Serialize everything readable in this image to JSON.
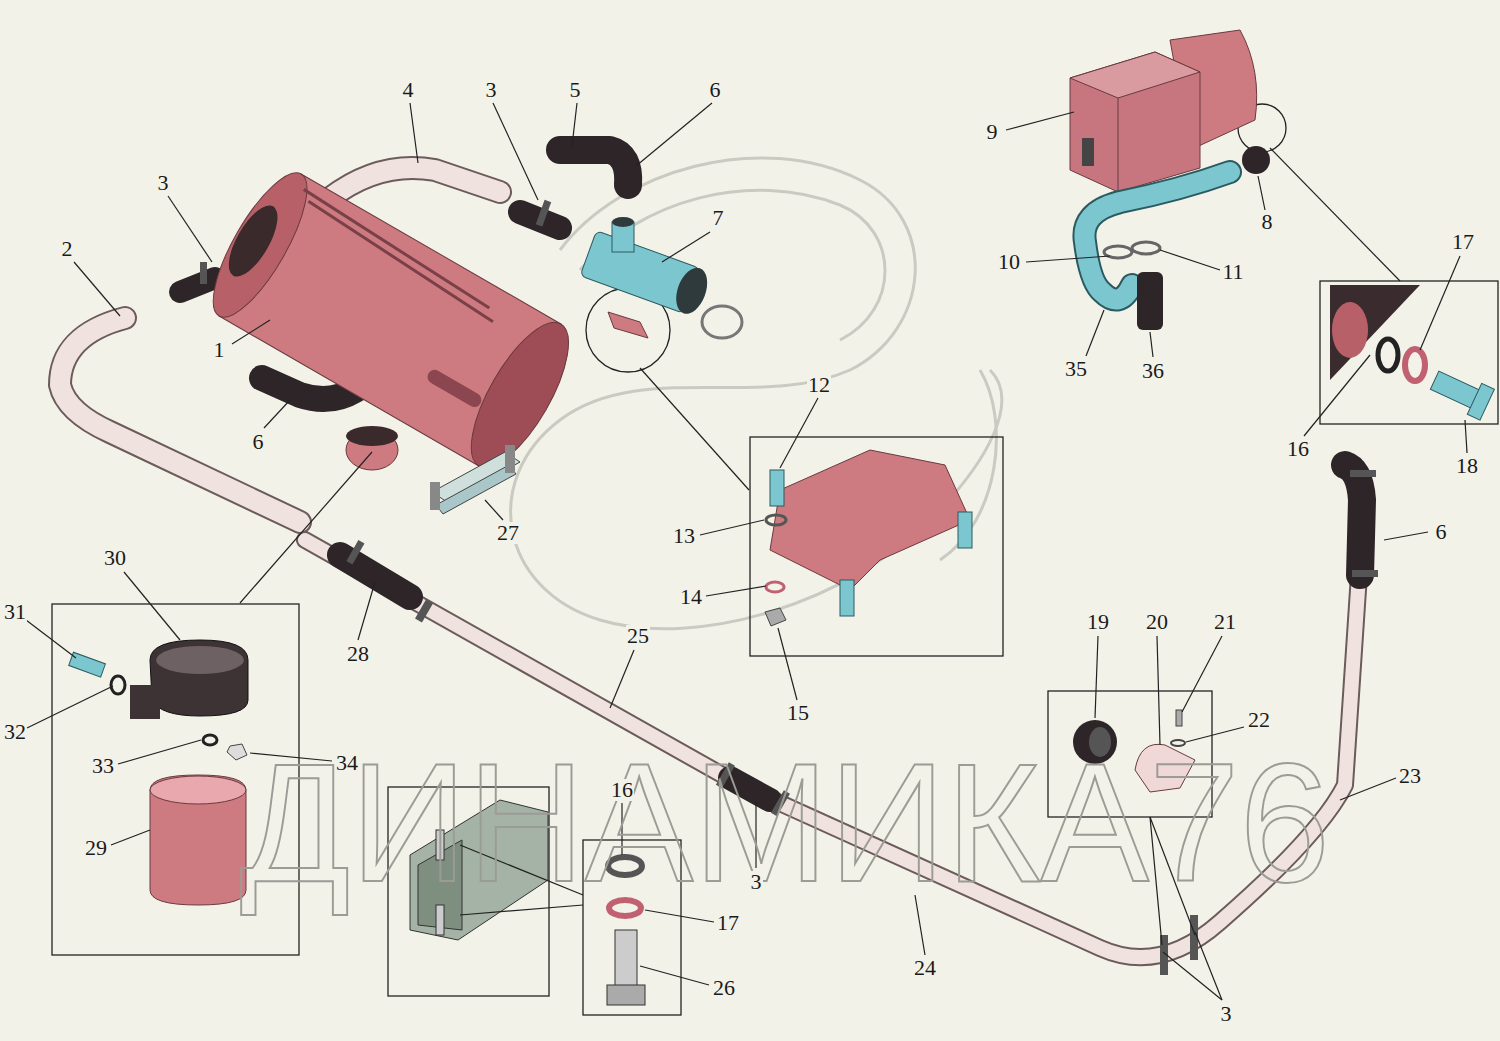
{
  "diagram": {
    "labels": [
      "4",
      "3",
      "5",
      "6",
      "7",
      "9",
      "8",
      "3",
      "2",
      "1",
      "6",
      "10",
      "11",
      "17",
      "35",
      "36",
      "12",
      "16",
      "18",
      "27",
      "13",
      "6",
      "30",
      "14",
      "28",
      "25",
      "31",
      "15",
      "19",
      "20",
      "21",
      "22",
      "32",
      "33",
      "34",
      "23",
      "16",
      "29",
      "3",
      "17",
      "24",
      "26",
      "3",
      "ДИНАМИКА76"
    ]
  }
}
